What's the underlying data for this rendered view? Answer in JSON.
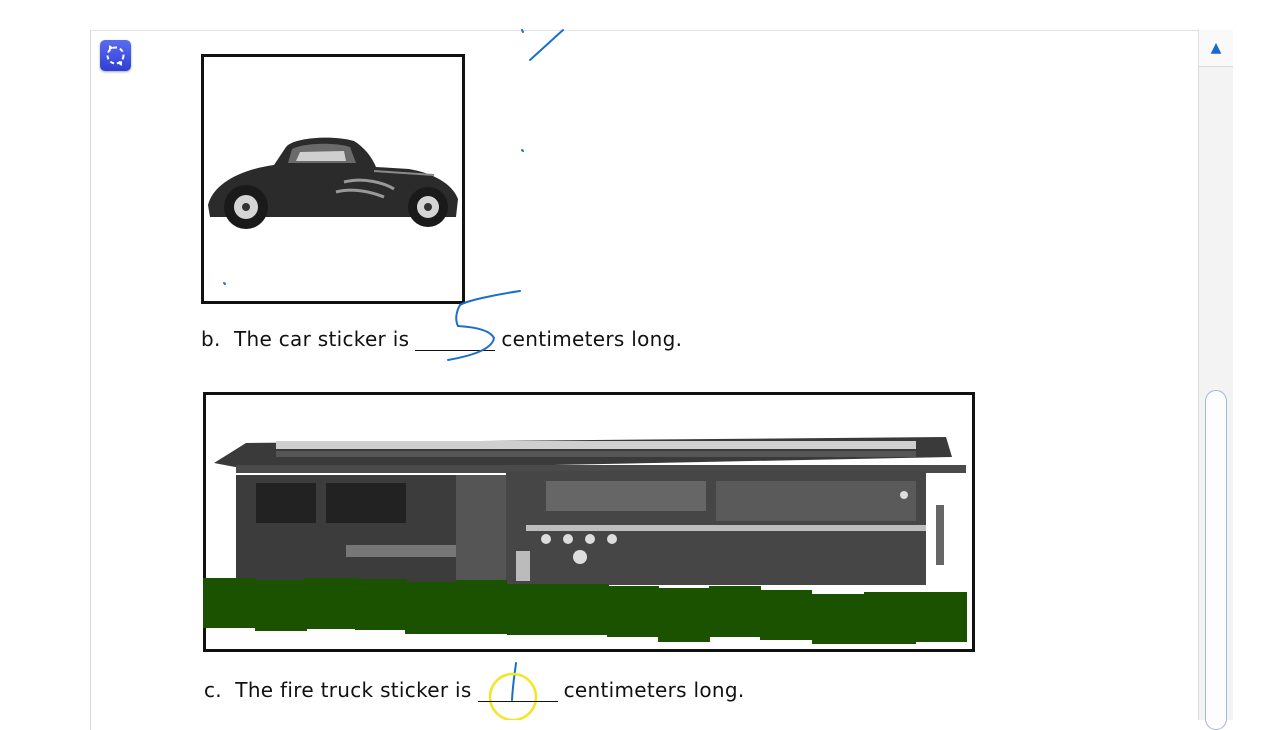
{
  "toolbar": {
    "rotate_tool_icon": "rotate-arrows-icon"
  },
  "questions": {
    "b": {
      "label": "b.",
      "text_before": "The car sticker is",
      "text_after": "centimeters long.",
      "handwritten_answer": "5"
    },
    "c": {
      "label": "c.",
      "text_before": "The fire truck sticker is",
      "text_after": "centimeters long.",
      "handwritten_answer": "1"
    }
  },
  "colors": {
    "ink_blue": "#1a6fc9",
    "cube_green": "#1a5200",
    "highlight_yellow": "#f2e628",
    "scroll_arrow": "#1d66d6"
  },
  "scrollbar": {
    "up_arrow": "▲"
  }
}
